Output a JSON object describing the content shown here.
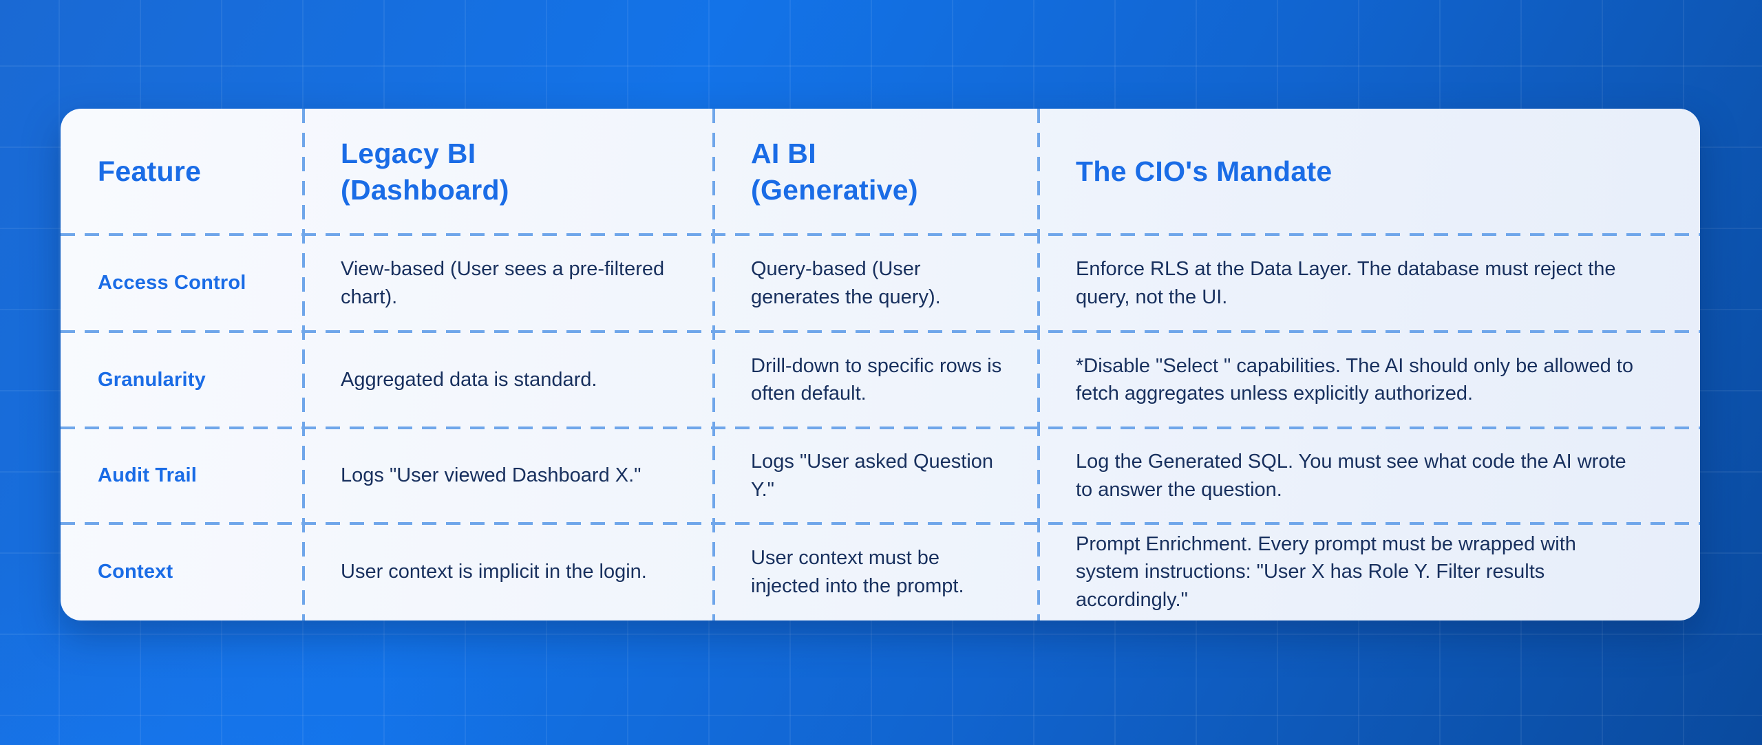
{
  "chart_data": {
    "type": "table",
    "columns": [
      "Feature",
      "Legacy BI (Dashboard)",
      "AI BI (Generative)",
      "The CIO's Mandate"
    ],
    "column_display": [
      "Feature",
      "Legacy BI\n(Dashboard)",
      "AI BI\n(Generative)",
      "The CIO's Mandate"
    ],
    "rows": [
      [
        "Access Control",
        "View-based (User sees a pre-filtered chart).",
        "Query-based (User generates the query).",
        "Enforce RLS at the Data Layer. The database must reject the query, not the UI."
      ],
      [
        "Granularity",
        "Aggregated data is standard.",
        "Drill-down to specific rows is often default.",
        "*Disable \"Select \" capabilities. The AI should only be allowed to fetch aggregates unless explicitly authorized."
      ],
      [
        "Audit Trail",
        "Logs \"User viewed Dashboard X.\"",
        "Logs \"User asked Question Y.\"",
        "Log the Generated SQL. You must see what code the AI wrote to answer the question."
      ],
      [
        "Context",
        "User context is implicit in the login.",
        "User context must be injected into the prompt.",
        "Prompt Enrichment. Every prompt must be wrapped with system instructions: \"User X has Role Y. Filter results accordingly.\""
      ]
    ],
    "layout_hints": {
      "header_row": true,
      "separator_style": "dashed",
      "legend_position": "none",
      "grid": "dashed-internal"
    }
  },
  "colors": {
    "accent_blue": "#1a6ce6",
    "body_navy": "#18305e",
    "dash_blue": "#6fa6ea",
    "background_blue": "#1373e8",
    "card_background": "#f2f6fc"
  }
}
